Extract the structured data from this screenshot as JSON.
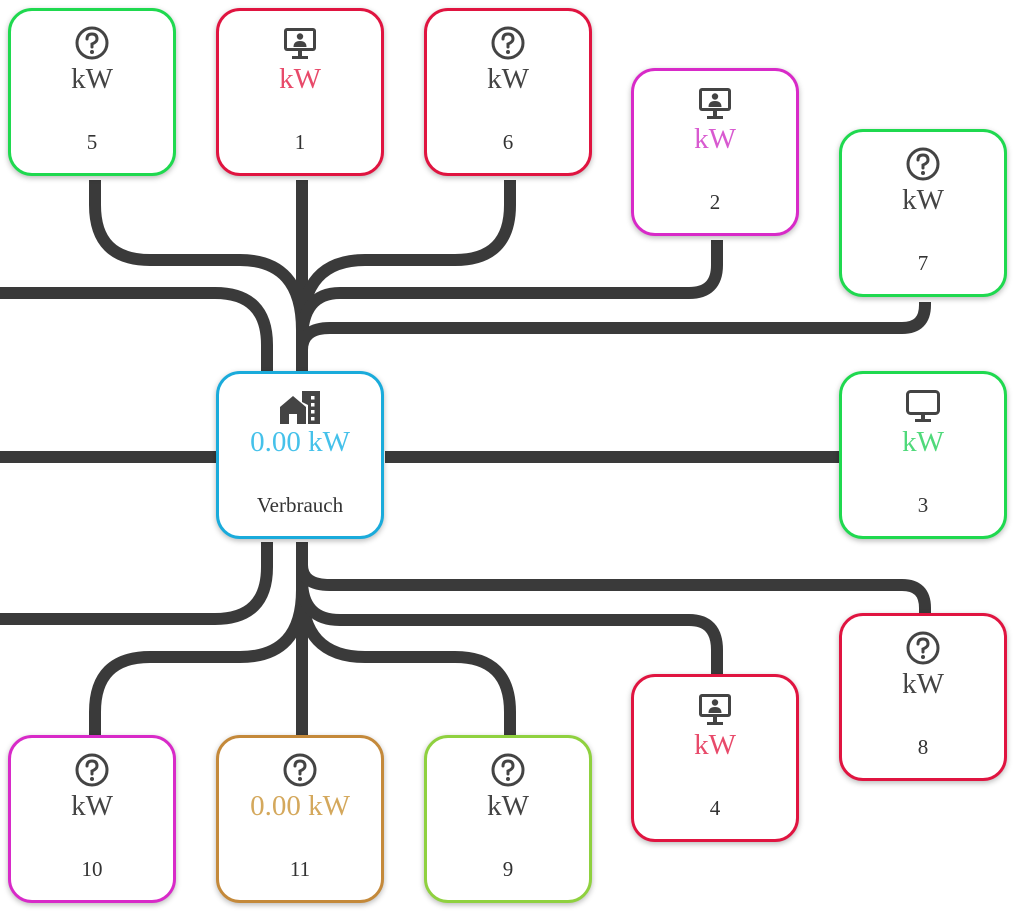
{
  "colors": {
    "wire": "#3a3a3a",
    "green": "#1fd94f",
    "red": "#e01440",
    "magenta": "#d82ac8",
    "cyan": "#1aabdb",
    "orange": "#c4893a",
    "lime": "#8fd13f",
    "icon": "#444444"
  },
  "center": {
    "icon": "building-icon",
    "value": "0.00 kW",
    "value_color": "#45c1ea",
    "label": "Verbrauch",
    "border": "#1aabdb"
  },
  "nodes": [
    {
      "id": "5",
      "icon": "help-circle-icon",
      "value": "kW",
      "value_color": "#444444",
      "label": "5",
      "border": "#1fd94f"
    },
    {
      "id": "1",
      "icon": "monitor-user-icon",
      "value": "kW",
      "value_color": "#e84a6a",
      "label": "1",
      "border": "#e01440"
    },
    {
      "id": "6",
      "icon": "help-circle-icon",
      "value": "kW",
      "value_color": "#444444",
      "label": "6",
      "border": "#e01440"
    },
    {
      "id": "2",
      "icon": "monitor-user-icon",
      "value": "kW",
      "value_color": "#d85ad0",
      "label": "2",
      "border": "#d82ac8"
    },
    {
      "id": "7",
      "icon": "help-circle-icon",
      "value": "kW",
      "value_color": "#444444",
      "label": "7",
      "border": "#1fd94f"
    },
    {
      "id": "3",
      "icon": "monitor-icon",
      "value": "kW",
      "value_color": "#4fd97a",
      "label": "3",
      "border": "#1fd94f"
    },
    {
      "id": "8",
      "icon": "help-circle-icon",
      "value": "kW",
      "value_color": "#444444",
      "label": "8",
      "border": "#e01440"
    },
    {
      "id": "4",
      "icon": "monitor-user-icon",
      "value": "kW",
      "value_color": "#e84a6a",
      "label": "4",
      "border": "#e01440"
    },
    {
      "id": "10",
      "icon": "help-circle-icon",
      "value": "kW",
      "value_color": "#444444",
      "label": "10",
      "border": "#d82ac8"
    },
    {
      "id": "11",
      "icon": "help-circle-icon",
      "value": "0.00 kW",
      "value_color": "#d4a85c",
      "label": "11",
      "border": "#c4893a"
    },
    {
      "id": "9",
      "icon": "help-circle-icon",
      "value": "kW",
      "value_color": "#444444",
      "label": "9",
      "border": "#8fd13f"
    }
  ]
}
